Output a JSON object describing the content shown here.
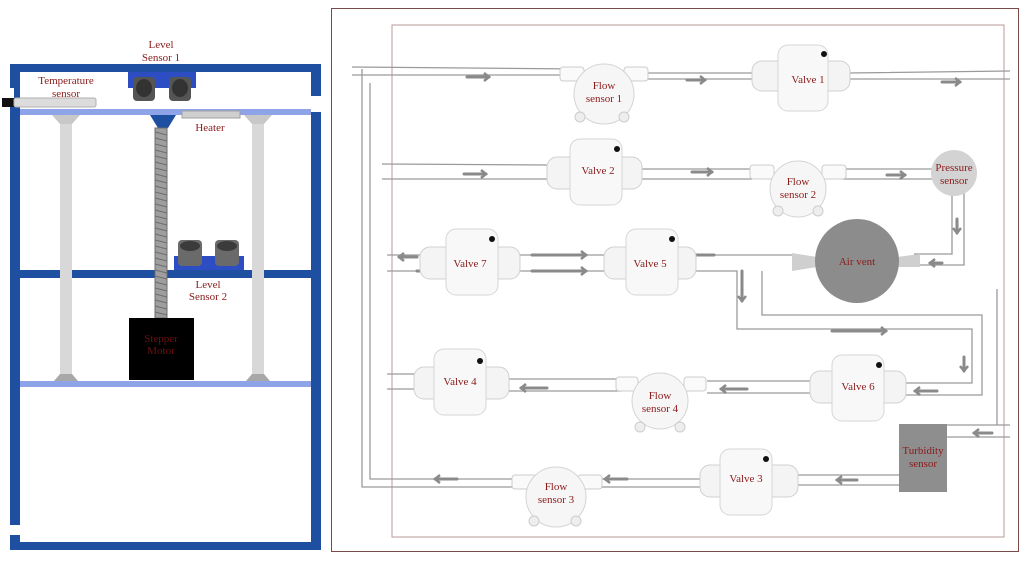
{
  "left_rig": {
    "level_sensor_1": [
      "Level",
      "Sensor 1"
    ],
    "temperature_sensor": [
      "Temperature",
      "sensor"
    ],
    "heater": "Heater",
    "level_sensor_2": [
      "Level",
      "Sensor 2"
    ],
    "stepper_motor": [
      "Stepper",
      "Motor"
    ]
  },
  "circuit": {
    "flow_sensor_1": [
      "Flow",
      "sensor 1"
    ],
    "valve_1": "Valve 1",
    "valve_2": "Valve 2",
    "flow_sensor_2": [
      "Flow",
      "sensor 2"
    ],
    "pressure_sensor": [
      "Pressure",
      "sensor"
    ],
    "valve_7": "Valve 7",
    "valve_5": "Valve 5",
    "air_vent": "Air vent",
    "valve_4": "Valve 4",
    "flow_sensor_4": [
      "Flow",
      "sensor 4"
    ],
    "valve_6": "Valve 6",
    "turbidity_sensor": [
      "Turbidity",
      "sensor"
    ],
    "flow_sensor_3": [
      "Flow",
      "sensor 3"
    ],
    "valve_3": "Valve 3"
  },
  "colors": {
    "frame_blue": "#1f4fa0",
    "shelf_blue": "#8fa4e8",
    "label_red": "#8b1a1a",
    "pipe_gray": "#9a9a9a",
    "arrow_gray": "#8a8a8a"
  }
}
